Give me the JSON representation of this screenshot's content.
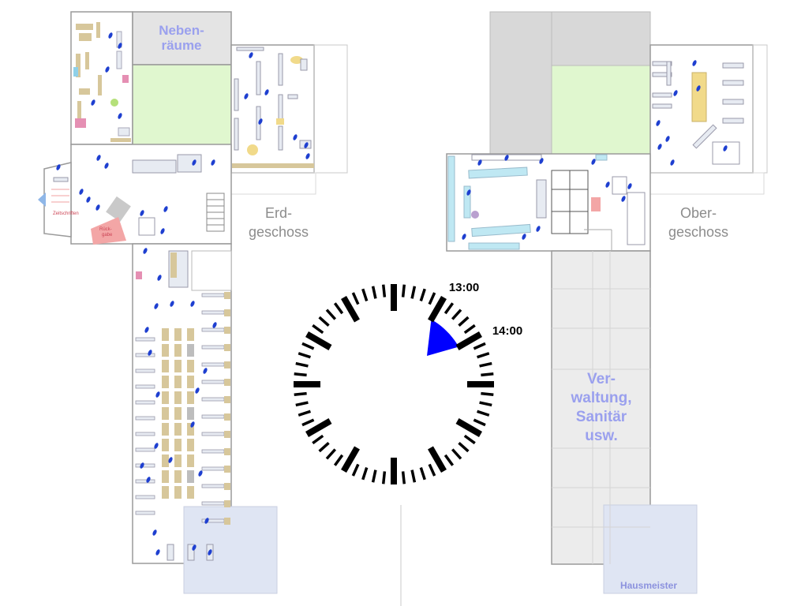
{
  "labels": {
    "nebenraeume_1": "Neben-",
    "nebenraeume_2": "räume",
    "erdgeschoss_1": "Erd-",
    "erdgeschoss_2": "geschoss",
    "obergeschoss_1": "Ober-",
    "obergeschoss_2": "geschoss",
    "verwaltung_1": "Ver-",
    "verwaltung_2": "waltung,",
    "verwaltung_3": "Sanitär",
    "verwaltung_4": "usw.",
    "hausmeister": "Hausmeister",
    "zeitschriften": "Zeitschriften",
    "buecherrueckgabe_1": "Rück-",
    "buecherrueckgabe_2": "gabe"
  },
  "clock": {
    "label_start": "13:00",
    "label_end": "14:00",
    "highlight_color": "#0000ff",
    "range_start_hour": 13,
    "range_end_hour": 14
  },
  "colors": {
    "wall": "#9a9a9a",
    "courtyard": "#e0f7cf",
    "grey_block": "#d8d8d8",
    "light_grey": "#ececec",
    "blue_area": "#dfe5f3",
    "shelf": "#e7ebf2",
    "desk": "#d7c79b",
    "label_blue": "#9aa0ee"
  }
}
